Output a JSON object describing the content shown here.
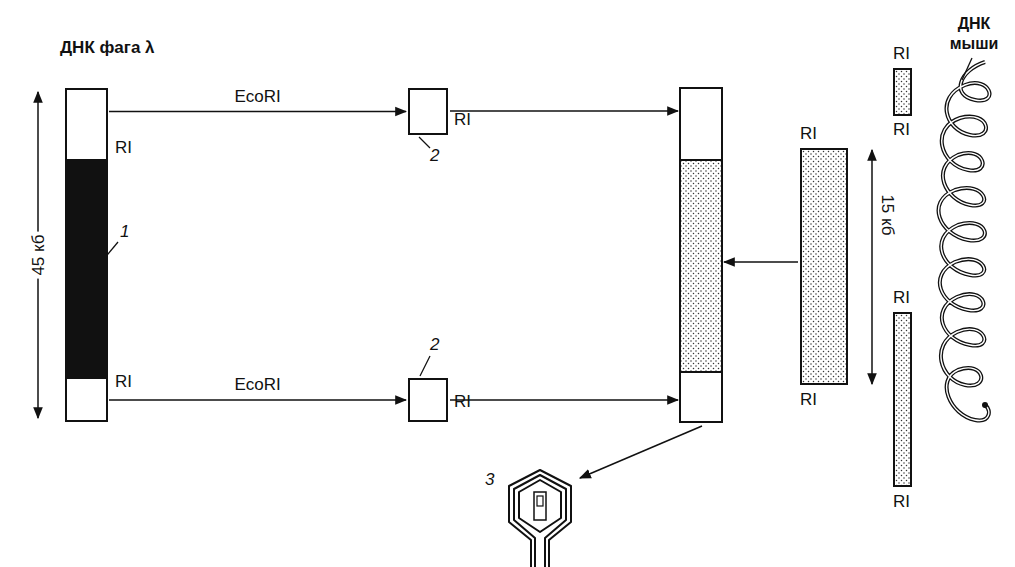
{
  "diagram": {
    "nodes": [
      {
        "text": [
          "ДНК фага λ",
          "RI",
          "RI"
        ]
      },
      {
        "text": [
          "RI",
          "2"
        ]
      },
      {
        "text": [
          "2",
          "RI"
        ]
      },
      {
        "text": [
          "RI",
          "RI"
        ]
      },
      {
        "text": [
          "RI",
          "RI"
        ]
      },
      {
        "text": [
          "RI",
          "RI"
        ]
      },
      {
        "text": [
          "3"
        ]
      }
    ],
    "edges": [
      {
        "from": 0,
        "to": 1,
        "label": "EcoRI",
        "arrow": "to"
      },
      {
        "from": 0,
        "to": 2,
        "label": "EcoRI",
        "arrow": "to"
      }
    ],
    "labels": [
      "45 кб",
      "1",
      "15 кб",
      "ДНК мыши"
    ]
  }
}
